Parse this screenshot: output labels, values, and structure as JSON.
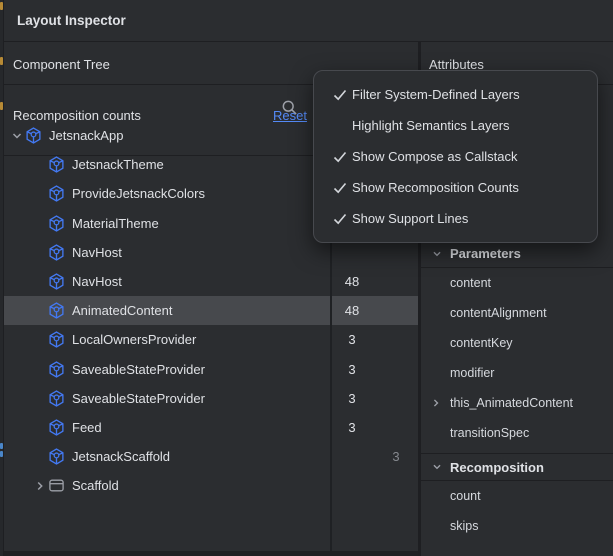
{
  "title": "Layout Inspector",
  "component_tree": {
    "header": "Component Tree",
    "toolbar": [
      {
        "icon": "search-icon"
      },
      {
        "icon": "view-options-icon"
      },
      {
        "icon": "expand-all-icon"
      },
      {
        "icon": "collapse-all-icon"
      }
    ],
    "recomposition_label": "Recomposition counts",
    "reset_label": "Reset",
    "rows": [
      {
        "label": "JetsnackApp",
        "depth": 0,
        "chevron": "down",
        "icon": "compose",
        "count": "",
        "selected": false,
        "count_dim": false
      },
      {
        "label": "JetsnackTheme",
        "depth": 1,
        "chevron": null,
        "icon": "compose",
        "count": "",
        "selected": false,
        "count_dim": false
      },
      {
        "label": "ProvideJetsnackColors",
        "depth": 1,
        "chevron": null,
        "icon": "compose",
        "count": "",
        "selected": false,
        "count_dim": false
      },
      {
        "label": "MaterialTheme",
        "depth": 1,
        "chevron": null,
        "icon": "compose",
        "count": "",
        "selected": false,
        "count_dim": false
      },
      {
        "label": "NavHost",
        "depth": 1,
        "chevron": null,
        "icon": "compose",
        "count": "",
        "selected": false,
        "count_dim": false
      },
      {
        "label": "NavHost",
        "depth": 1,
        "chevron": null,
        "icon": "compose",
        "count": "48",
        "selected": false,
        "count_dim": false
      },
      {
        "label": "AnimatedContent",
        "depth": 1,
        "chevron": null,
        "icon": "compose",
        "count": "48",
        "selected": true,
        "count_dim": false
      },
      {
        "label": "LocalOwnersProvider",
        "depth": 1,
        "chevron": null,
        "icon": "compose",
        "count": "3",
        "selected": false,
        "count_dim": false
      },
      {
        "label": "SaveableStateProvider",
        "depth": 1,
        "chevron": null,
        "icon": "compose",
        "count": "3",
        "selected": false,
        "count_dim": false
      },
      {
        "label": "SaveableStateProvider",
        "depth": 1,
        "chevron": null,
        "icon": "compose",
        "count": "3",
        "selected": false,
        "count_dim": false
      },
      {
        "label": "Feed",
        "depth": 1,
        "chevron": null,
        "icon": "compose",
        "count": "3",
        "selected": false,
        "count_dim": false
      },
      {
        "label": "JetsnackScaffold",
        "depth": 1,
        "chevron": null,
        "icon": "compose",
        "count": "3",
        "selected": false,
        "count_dim": true
      },
      {
        "label": "Scaffold",
        "depth": 1,
        "chevron": "right",
        "icon": "scaffold",
        "count": "",
        "selected": false,
        "count_dim": false
      }
    ]
  },
  "context_menu": {
    "items": [
      {
        "label": "Filter System-Defined Layers",
        "checked": true
      },
      {
        "label": "Highlight Semantics Layers",
        "checked": false
      },
      {
        "label": "Show Compose as Callstack",
        "checked": true
      },
      {
        "label": "Show Recomposition Counts",
        "checked": true
      },
      {
        "label": "Show Support Lines",
        "checked": true
      }
    ]
  },
  "attributes": {
    "header": "Attributes",
    "sections": [
      {
        "label": "Parameters",
        "expanded": true,
        "items": [
          {
            "label": "content",
            "chevron": null
          },
          {
            "label": "contentAlignment",
            "chevron": null
          },
          {
            "label": "contentKey",
            "chevron": null
          },
          {
            "label": "modifier",
            "chevron": null
          },
          {
            "label": "this_AnimatedContent",
            "chevron": "right"
          },
          {
            "label": "transitionSpec",
            "chevron": null
          }
        ]
      },
      {
        "label": "Recomposition",
        "expanded": true,
        "items": [
          {
            "label": "count",
            "chevron": null
          },
          {
            "label": "skips",
            "chevron": null
          }
        ]
      }
    ]
  },
  "colors": {
    "panel_bg": "#2b2d30",
    "divider": "#1e1f22",
    "text": "#dfe1e5",
    "dim_text": "#85888e",
    "selection": "#47494d",
    "link_blue": "#548af7",
    "compose_icon_blue": "#4379f2"
  }
}
